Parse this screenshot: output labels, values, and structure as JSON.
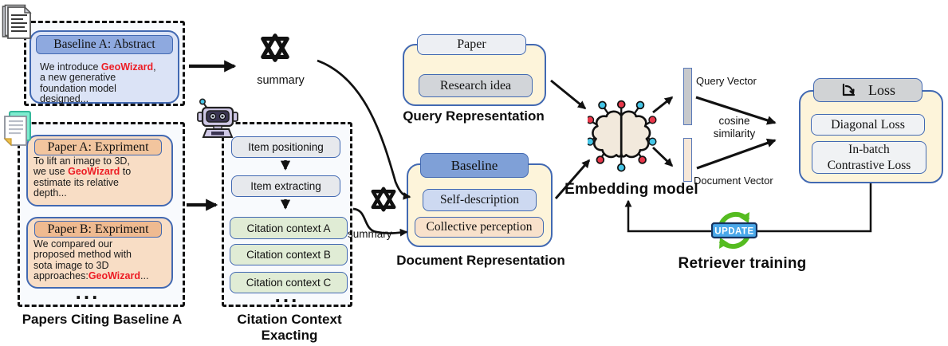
{
  "palette": {
    "dashed_border": "#111111",
    "box_border_blue": "#4269b2",
    "card_blue_fill": "#dbe3f6",
    "card_blue_header": "#8ea9df",
    "card_peach_fill": "#f8ddc5",
    "card_peach_header_a": "#f2c59e",
    "card_peach_header_b": "#efba90",
    "green_item": "#e0ecd5",
    "gray_item": "#e7e9ed",
    "cream_panel": "#fdf4da",
    "paper_tab_gray": "#edeff3",
    "research_idea_gray": "#d2d5d9",
    "baseline_tab_blue": "#7fa0d7",
    "self_description_blue": "#cdd9f1",
    "collective_peach": "#f8e1cb",
    "loss_tab_gray": "#d1d3d5",
    "loss_item_gray": "#f0f2f4",
    "query_vector_fill": "#c7c9cc",
    "document_vector_fill": "#f6e7d8",
    "highlight_red": "#ed1c24",
    "update_green": "#55bc20",
    "update_banner_blue": "#4aa8ea",
    "robot_lavender": "#cfc8e6",
    "brain_beige": "#f2e9dc",
    "dot_red": "#e8374a",
    "dot_cyan": "#45c6e8"
  },
  "left_panel": {
    "caption": "Papers Citing Baseline A",
    "ellipsis": "...",
    "abstract_card": {
      "title": "Baseline A: Abstract",
      "body_pre": "We introduce ",
      "body_highlight": "GeoWizard",
      "body_post": ",\na new generative\nfoundation model\ndesigned..."
    },
    "paper_a_card": {
      "title": "Paper A: Expriment",
      "body_pre": "To lift an image to 3D,\nwe use ",
      "body_highlight": "GeoWizard",
      "body_post": " to\nestimate its relative\ndepth..."
    },
    "paper_b_card": {
      "title": "Paper B: Expriment",
      "body_pre": "We compared our\nproposed method with\nsota image to 3D\napproaches:",
      "body_highlight": "GeoWizard",
      "body_post": "..."
    }
  },
  "citation_panel": {
    "caption": "Citation Context Exacting",
    "ellipsis": "...",
    "steps": [
      "Item positioning",
      "Item extracting"
    ],
    "contexts": [
      "Citation context A",
      "Citation context B",
      "Citation context C"
    ]
  },
  "llm": {
    "summary_top": "summary",
    "summary_mid": "summary"
  },
  "query_representation": {
    "caption": "Query Representation",
    "tab": "Paper",
    "item": "Research idea"
  },
  "document_representation": {
    "caption": "Document Representation",
    "tab": "Baseline",
    "item_1": "Self-description",
    "item_2": "Collective perception"
  },
  "embedding": {
    "caption": "Embedding model"
  },
  "vectors": {
    "query_label": "Query Vector",
    "document_label": "Document Vector",
    "similarity_label": "cosine\nsimilarity"
  },
  "loss_panel": {
    "tab": "Loss",
    "item_1": "Diagonal Loss",
    "item_2": "In-batch\nContrastive Loss"
  },
  "training": {
    "caption": "Retriever training",
    "update_label": "UPDATE"
  }
}
